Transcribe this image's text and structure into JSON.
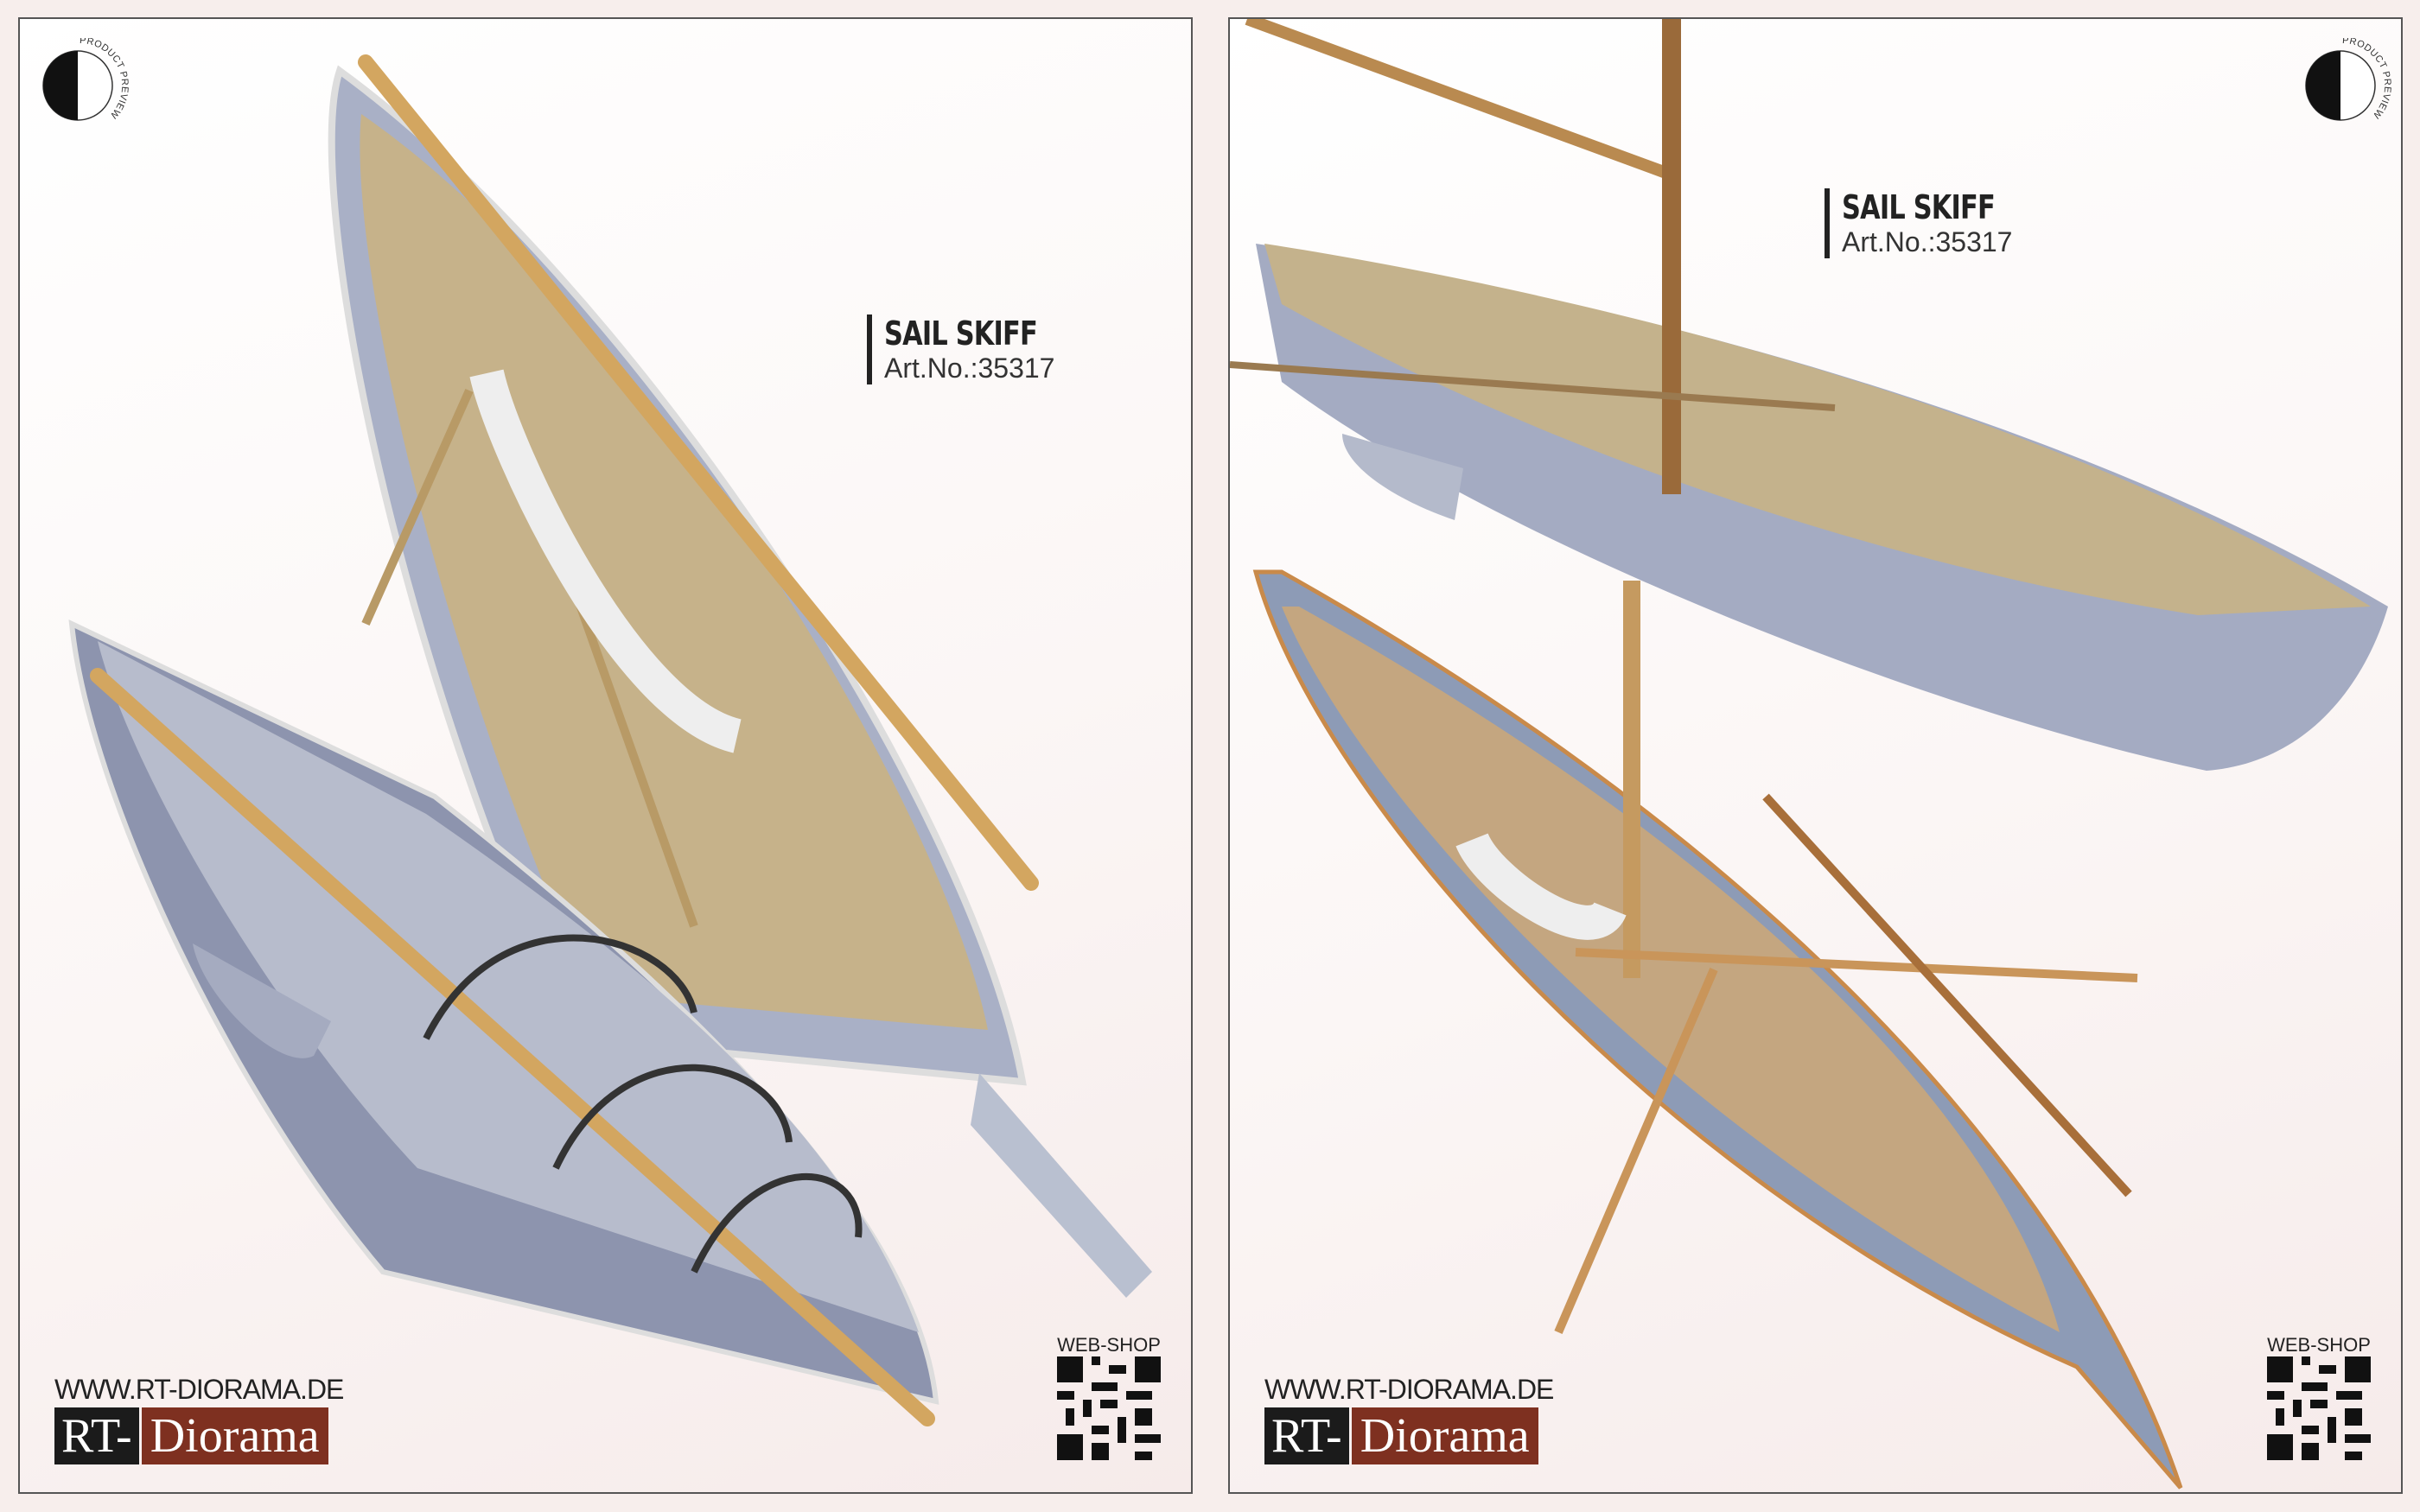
{
  "panels": [
    {
      "badge_text": "PRODUCT PREVIEW",
      "product": "SAIL SKIFF",
      "article": "Art.No.:35317",
      "url": "WWW.RT-DIORAMA.DE",
      "logo": {
        "part1": "RT-",
        "part2": "Diorama"
      },
      "shop_label": "WEB-SHOP"
    },
    {
      "badge_text": "PRODUCT PREVIEW",
      "product": "SAIL SKIFF",
      "article": "Art.No.:35317",
      "url": "WWW.RT-DIORAMA.DE",
      "logo": {
        "part1": "RT-",
        "part2": "Diorama"
      },
      "shop_label": "WEB-SHOP"
    }
  ],
  "colors": {
    "hull": "#9aa3bb",
    "wood": "#c9a46a",
    "logo_red": "#7e3020"
  }
}
